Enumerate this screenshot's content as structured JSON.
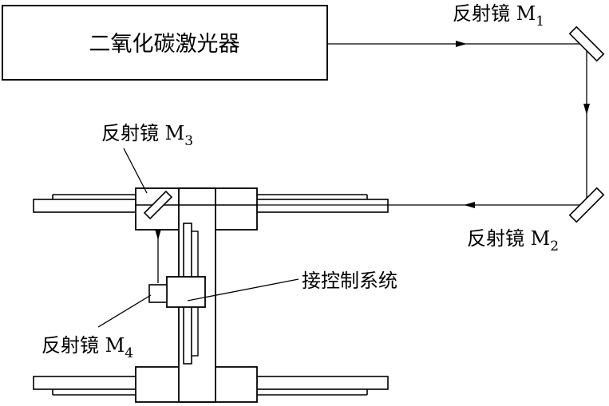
{
  "laser": {
    "label": "二氧化碳激光器"
  },
  "mirrors": [
    {
      "id": "m1",
      "prefix": "反射镜 ",
      "letter": "M",
      "sub": "1"
    },
    {
      "id": "m2",
      "prefix": "反射镜 ",
      "letter": "M",
      "sub": "2"
    },
    {
      "id": "m3",
      "prefix": "反射镜 ",
      "letter": "M",
      "sub": "3"
    },
    {
      "id": "m4",
      "prefix": "反射镜 ",
      "letter": "M",
      "sub": "4"
    }
  ],
  "control": {
    "label": "接控制系统"
  }
}
